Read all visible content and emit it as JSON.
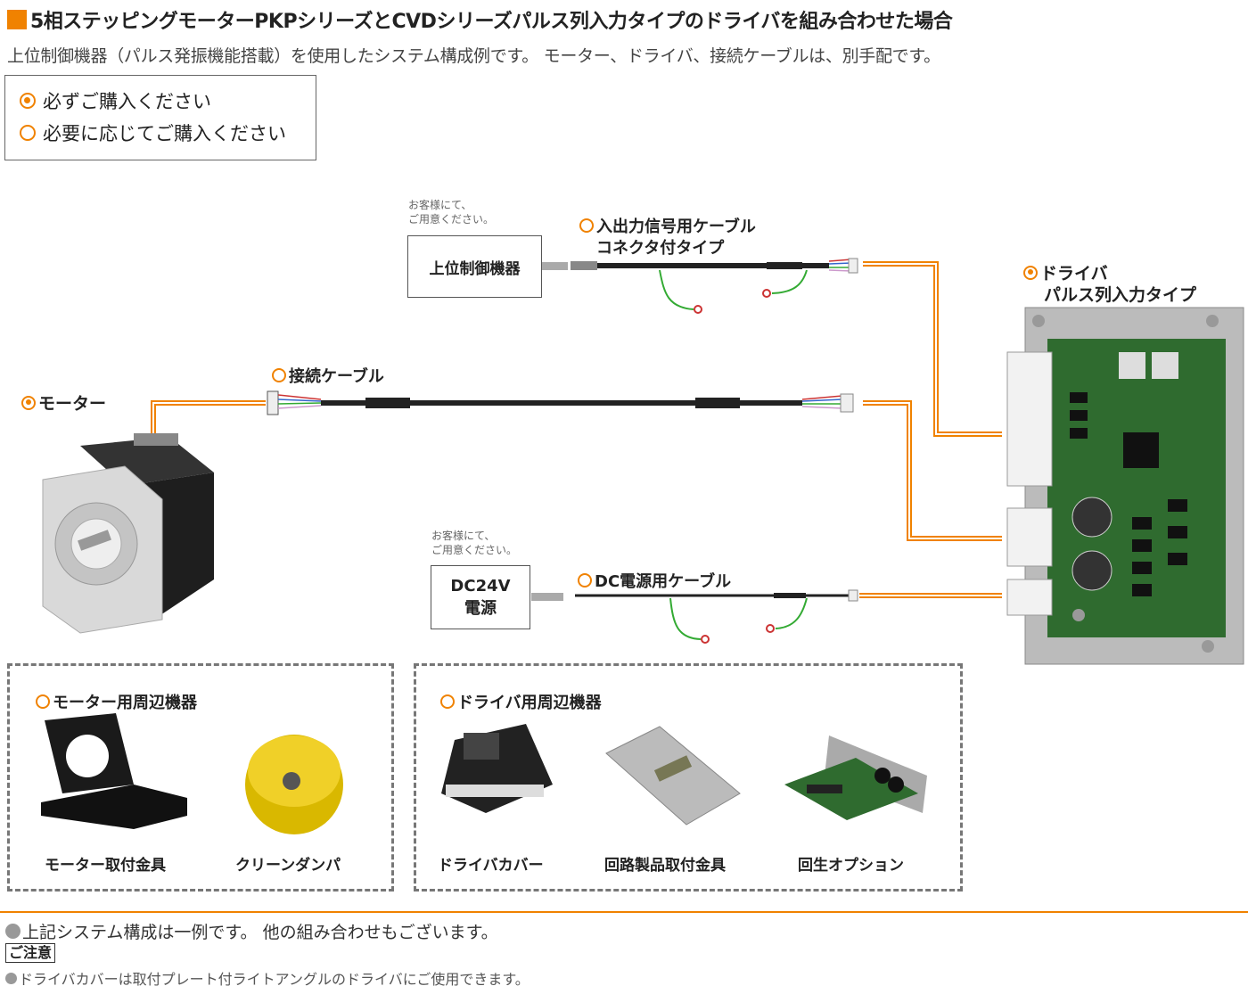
{
  "title": "5相ステッピングモーターPKPシリーズとCVDシリーズパルス列入力タイプのドライバを組み合わせた場合",
  "subtitle": "上位制御機器（パルス発振機能搭載）を使用したシステム構成例です。 モーター、ドライバ、接続ケーブルは、別手配です。",
  "legend": {
    "required": "必ずご購入ください",
    "optional": "必要に応じてご購入ください"
  },
  "diagram": {
    "customer_note_1": [
      "お客様にて、",
      "ご用意ください。"
    ],
    "controller": "上位制御機器",
    "io_cable": [
      "入出力信号用ケーブル",
      "コネクタ付タイプ"
    ],
    "driver": [
      "ドライバ",
      "パルス列入力タイプ"
    ],
    "connection_cable": "接続ケーブル",
    "motor": "モーター",
    "customer_note_2": [
      "お客様にて、",
      "ご用意ください。"
    ],
    "power_supply": [
      "DC24V",
      "電源"
    ],
    "dc_cable": "DC電源用ケーブル"
  },
  "motor_accessories": {
    "title": "モーター用周辺機器",
    "items": [
      "モーター取付金具",
      "クリーンダンパ"
    ]
  },
  "driver_accessories": {
    "title": "ドライバ用周辺機器",
    "items": [
      "ドライバカバー",
      "回路製品取付金具",
      "回生オプション"
    ]
  },
  "footer": {
    "note": "上記システム構成は一例です。 他の組み合わせもございます。",
    "caution_label": "ご注意",
    "caution_text": "ドライバカバーは取付プレート付ライトアングルのドライバにご使用できます。"
  },
  "colors": {
    "accent": "#f08200",
    "pcb": "#2f6b2f",
    "cable": "#222222"
  }
}
